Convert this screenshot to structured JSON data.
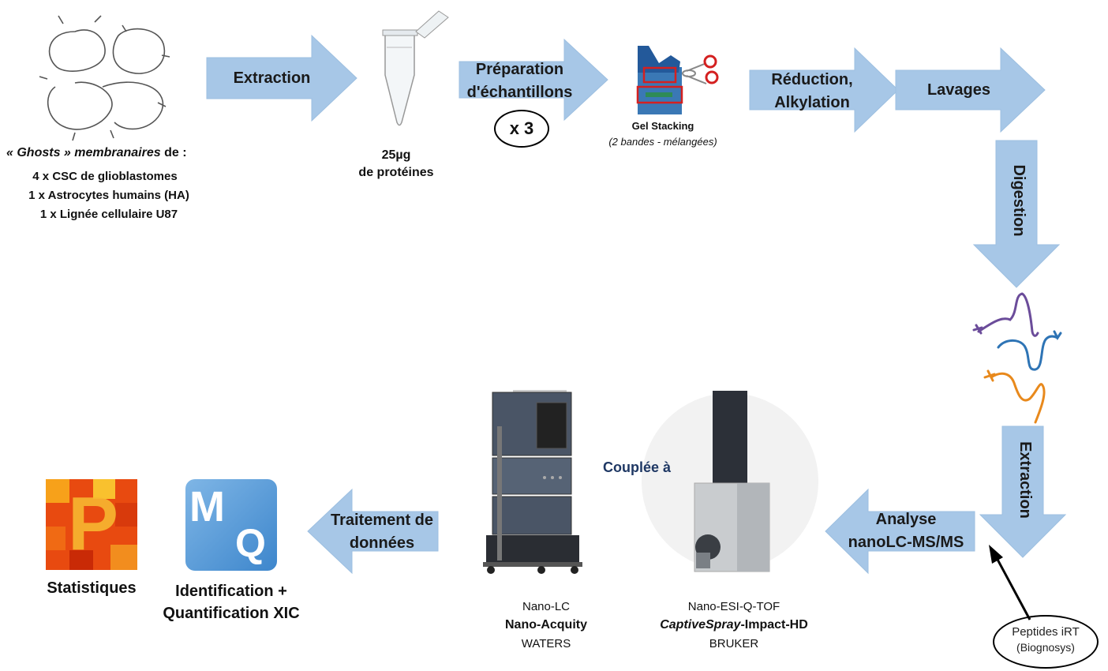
{
  "source_sample": {
    "line1_italic": "« Ghosts » membranaires",
    "line1_suffix": " de :",
    "lines": [
      "4 x CSC de glioblastomes",
      "1 x Astrocytes humains (HA)",
      "1 x Lignée cellulaire U87"
    ]
  },
  "steps": {
    "extraction_1": "Extraction",
    "preparation": [
      "Préparation",
      "d'échantillons"
    ],
    "replicates": "x 3",
    "reduction": [
      "Réduction,",
      "Alkylation"
    ],
    "lavages": "Lavages",
    "digestion": "Digestion",
    "extraction_2": "Extraction",
    "analyse": [
      "Analyse",
      "nanoLC-MS/MS"
    ],
    "traitement": [
      "Traitement de",
      "données"
    ]
  },
  "tube_label": [
    "25µg",
    "de protéines"
  ],
  "gel": {
    "title": "Gel Stacking",
    "subtitle": "(2 bandes - mélangées)"
  },
  "coupled": "Couplée à",
  "nano_lc": {
    "line1": "Nano-LC",
    "line2": "Nano-Acquity",
    "line3": "WATERS"
  },
  "mass_spec": {
    "line1": "Nano-ESI-Q-TOF",
    "line2_italic": "CaptiveSpray",
    "line2_rest": "-Impact-HD",
    "line3": "BRUKER"
  },
  "irt": [
    "Peptides iRT",
    "(Biognosys)"
  ],
  "maxquant": {
    "logo": [
      "M",
      "Q"
    ],
    "label": [
      "Identification +",
      "Quantification XIC"
    ]
  },
  "perseus": {
    "logo": "P",
    "label": "Statistiques"
  },
  "colors": {
    "arrow_fill": "#a7c7e7",
    "arrow_stroke": "#9dbfe0",
    "text_dark": "#1a1a1a",
    "navy": "#1f3864",
    "peptide_purple": "#6b4c9a",
    "peptide_blue": "#2e74b5",
    "peptide_orange": "#e8891c"
  }
}
